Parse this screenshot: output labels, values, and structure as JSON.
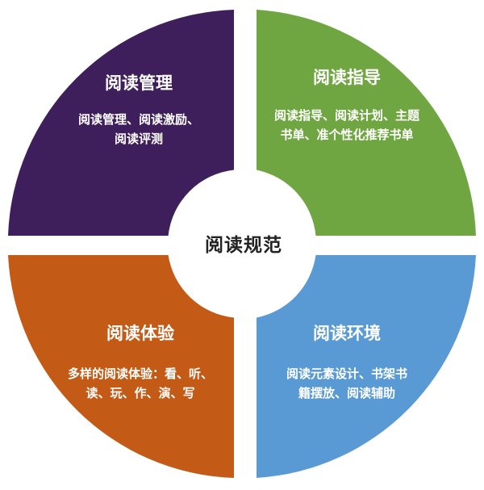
{
  "center": {
    "label": "阅读规范"
  },
  "quadrants": {
    "top_left": {
      "title": "阅读管理",
      "lines": [
        "阅读管理、阅读激励、",
        "阅读评测"
      ],
      "color": "#3f1f5b"
    },
    "top_right": {
      "title": "阅读指导",
      "lines": [
        "阅读指导、阅读计划、主题",
        "书单、准个性化推荐书单"
      ],
      "color": "#6fa641"
    },
    "bottom_left": {
      "title": "阅读体验",
      "lines": [
        "多样的阅读体验：看、听、",
        "读、玩、作、演、写"
      ],
      "color": "#c35a15"
    },
    "bottom_right": {
      "title": "阅读环境",
      "lines": [
        "阅读元素设计、书架书",
        "籍摆放、阅读辅助"
      ],
      "color": "#5a9ad4"
    }
  }
}
